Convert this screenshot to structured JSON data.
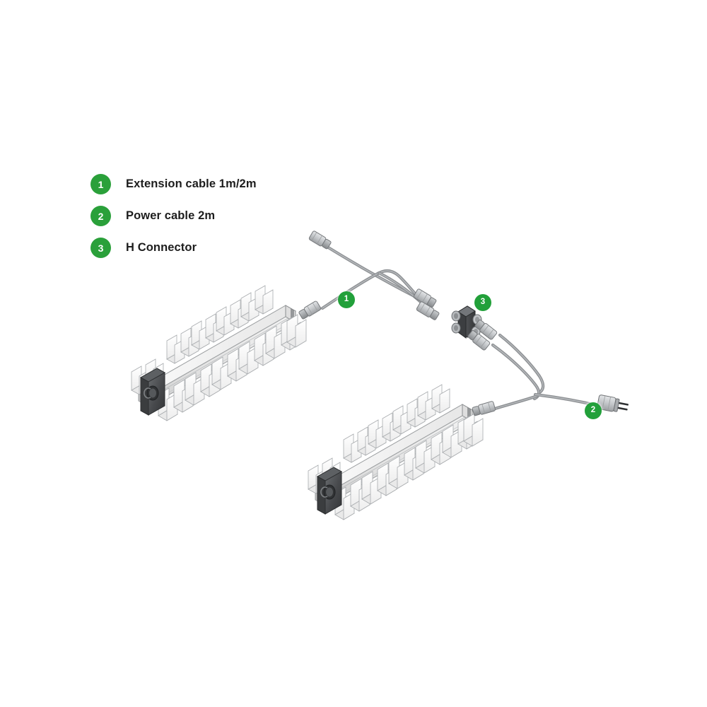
{
  "page": {
    "background_color": "#ffffff",
    "title": "LED grow light bar accessories exploded diagram"
  },
  "colors": {
    "badge_green": "#2aa03a",
    "callout_green": "#22a03a",
    "badge_text": "#ffffff",
    "legend_text": "#1d1d1d",
    "cable_gray": "#8e9194",
    "connector_light": "#d4d6d8",
    "connector_mid": "#b0b3b6",
    "housing_dark": "#4a4c4f",
    "fin_fill": "#fbfbfb",
    "fin_stroke": "#a9acaf",
    "spine_top": "#ececec",
    "spine_side": "#d8d8d8",
    "outline": "#6e7174"
  },
  "legend": {
    "items": [
      {
        "number": "1",
        "label": "Extension cable 1m/2m"
      },
      {
        "number": "2",
        "label": "Power cable 2m"
      },
      {
        "number": "3",
        "label": "H Connector"
      }
    ]
  },
  "callouts": [
    {
      "id": "callout-1",
      "number": "1",
      "refers_to": "Extension cable 1m/2m"
    },
    {
      "id": "callout-2",
      "number": "2",
      "refers_to": "Power cable 2m"
    },
    {
      "id": "callout-3",
      "number": "3",
      "refers_to": "H Connector"
    }
  ],
  "artwork": {
    "light_bars": [
      {
        "name": "upper-light-bar",
        "fin_groups": 7
      },
      {
        "name": "lower-light-bar",
        "fin_groups": 7
      }
    ],
    "extension_cable": {
      "name": "extension-cable-assembly",
      "single_ends": 2,
      "paired_ends": 2
    },
    "power_cable": {
      "name": "power-cable-assembly",
      "paired_ends": 2,
      "single_ends": 1,
      "plug_ends": 1
    },
    "h_connector": {
      "name": "h-connector-block",
      "ports": 4
    }
  }
}
